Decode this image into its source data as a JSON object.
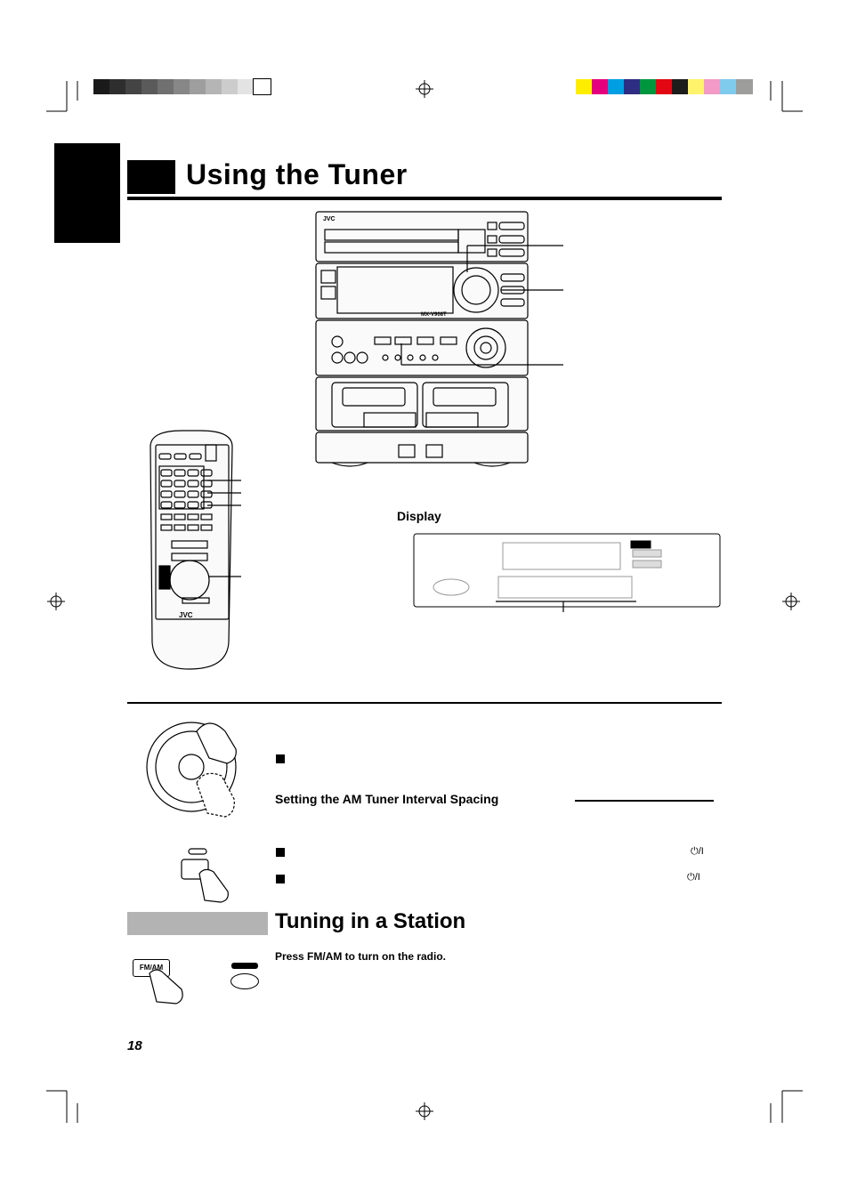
{
  "page": {
    "title": "Using the Tuner",
    "page_number": "18",
    "display_label": "Display",
    "brand": "JVC",
    "model": "MX-V908T"
  },
  "section_am": {
    "subheading": "Setting the AM Tuner Interval Spacing",
    "power_symbol": "⏻/I"
  },
  "section_tuning": {
    "title": "Tuning in a Station",
    "instruction": "Press FM/AM to turn on the radio.",
    "button_label": "FM/AM"
  },
  "colors": {
    "grey_bar": "#b3b3b3",
    "registration_swatches": [
      "#ffed00",
      "#e5007e",
      "#009fe3",
      "#2d2e83",
      "#009640",
      "#e30613",
      "#1d1d1b",
      "#fff36b",
      "#f39ac7",
      "#7fcbee",
      "#9d9d9c"
    ],
    "grey_swatches": [
      "#1a1a1a",
      "#2e2e2e",
      "#444",
      "#5a5a5a",
      "#707070",
      "#878787",
      "#9e9e9e",
      "#b5b5b5",
      "#cccccc",
      "#e3e3e3",
      "#fff"
    ]
  }
}
